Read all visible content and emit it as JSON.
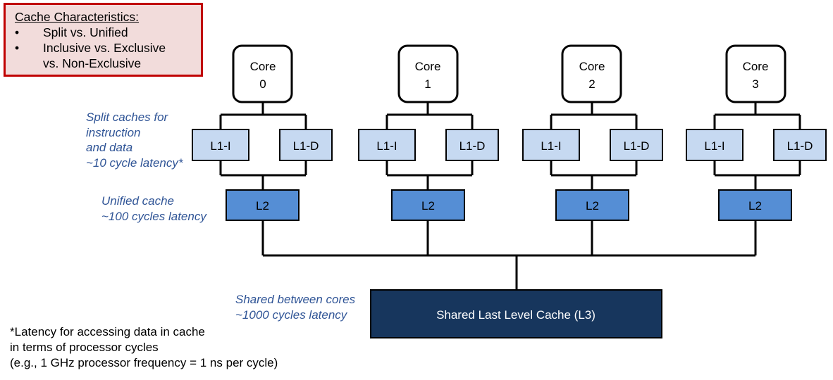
{
  "characteristics": {
    "title": "Cache Characteristics:",
    "bullet": "•",
    "items": [
      "Split vs. Unified",
      "Inclusive vs. Exclusive"
    ],
    "continuation": "vs. Non-Exclusive"
  },
  "notes": {
    "split": [
      "Split caches for",
      "instruction",
      "and data",
      "~10 cycle latency*"
    ],
    "unified": [
      "Unified cache",
      "~100 cycles latency"
    ],
    "shared": [
      "Shared between cores",
      "~1000 cycles latency"
    ]
  },
  "footnote": [
    "*Latency for accessing data in cache",
    "in terms of processor cycles",
    "(e.g., 1 GHz processor frequency = 1 ns per cycle)"
  ],
  "cores": [
    {
      "label": "Core",
      "id": "0",
      "l1i": "L1-I",
      "l1d": "L1-D",
      "l2": "L2"
    },
    {
      "label": "Core",
      "id": "1",
      "l1i": "L1-I",
      "l1d": "L1-D",
      "l2": "L2"
    },
    {
      "label": "Core",
      "id": "2",
      "l1i": "L1-I",
      "l1d": "L1-D",
      "l2": "L2"
    },
    {
      "label": "Core",
      "id": "3",
      "l1i": "L1-I",
      "l1d": "L1-D",
      "l2": "L2"
    }
  ],
  "l3": {
    "label": "Shared Last Level Cache (L3)"
  },
  "colors": {
    "l1_fill": "#c6d9f1",
    "l2_fill": "#558ed5",
    "l3_fill": "#17365d",
    "note_text": "#2f5496",
    "char_border": "#c00000",
    "char_fill": "#f2dcdb"
  }
}
